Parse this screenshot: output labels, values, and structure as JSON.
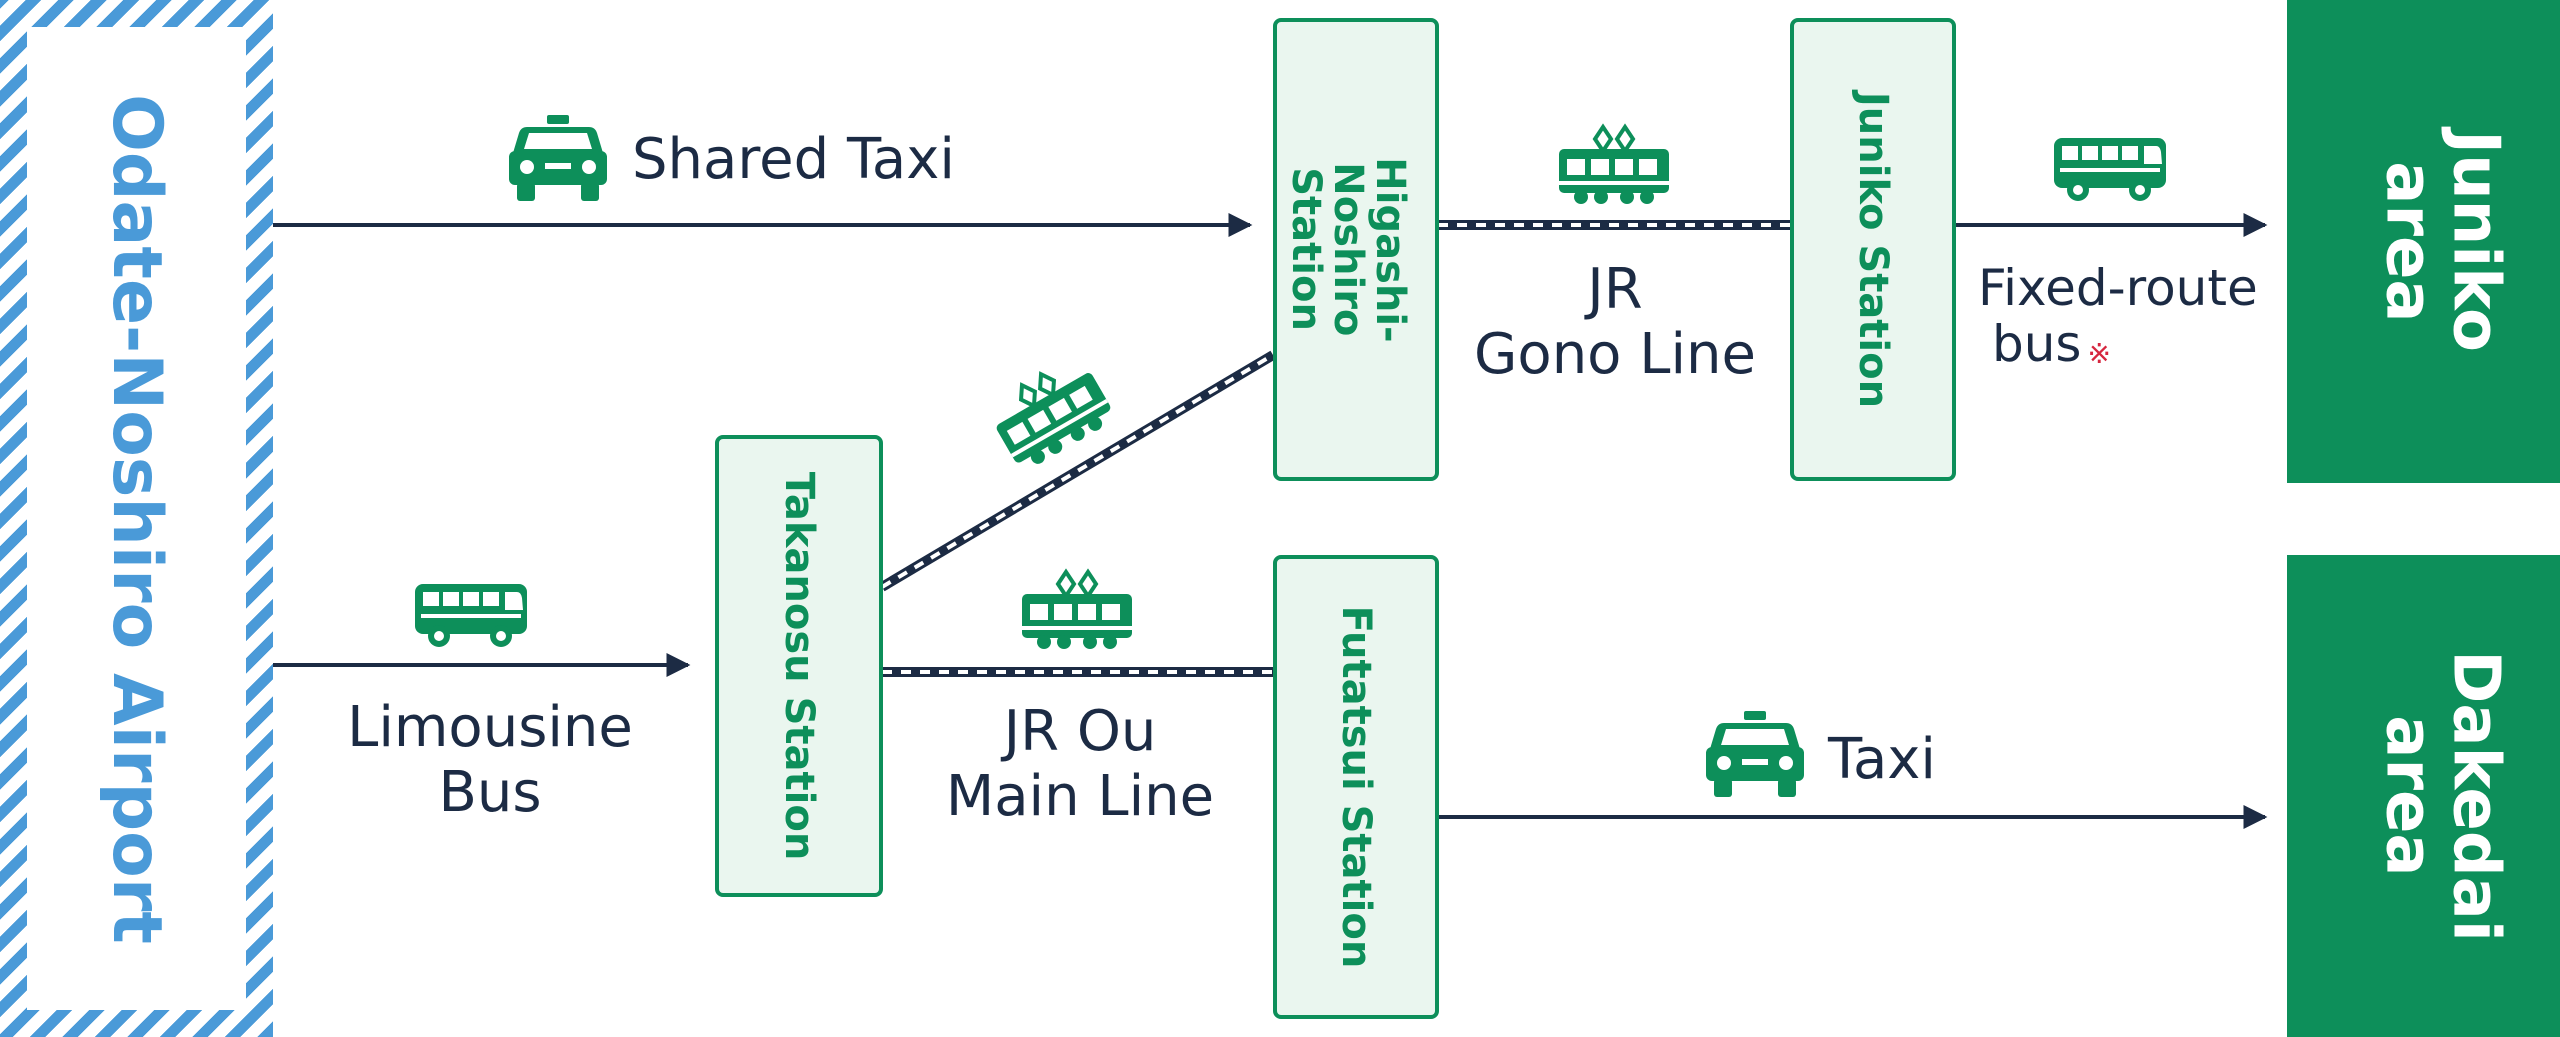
{
  "origin": {
    "label": "Odate-Noshiro Airport"
  },
  "stations": {
    "takanosu": "Takanosu Station",
    "higashi_noshiro": "Higashi-Noshiro Station",
    "juniko": "Juniko Station",
    "futatsui": "Futatsui Station"
  },
  "destinations": {
    "juniko_area": "Juniko area",
    "dakedai_area": "Dakedai area"
  },
  "routes": {
    "shared_taxi": "Shared Taxi",
    "limousine_bus_line1": "Limousine",
    "limousine_bus_line2": "Bus",
    "jr_gono_line1": "JR",
    "jr_gono_line2": "Gono Line",
    "jr_ou_line1": "JR Ou",
    "jr_ou_line2": "Main Line",
    "fixed_route_bus_line1": "Fixed-route",
    "fixed_route_bus_line2": "bus",
    "fixed_route_note_mark": "※",
    "taxi": "Taxi"
  },
  "icons": {
    "shared_taxi": "taxi-icon",
    "limousine_bus": "bus-icon",
    "jr_gono": "train-icon",
    "jr_ou": "train-icon",
    "takanosu_to_higashi": "train-icon",
    "fixed_route_bus": "bus-icon",
    "taxi": "taxi-icon"
  },
  "colors": {
    "airport_blue": "#4a9ad8",
    "station_green": "#0d8f5a",
    "station_fill": "#eaf6ef",
    "text_navy": "#1c2b44",
    "note_red": "#d6263f"
  }
}
